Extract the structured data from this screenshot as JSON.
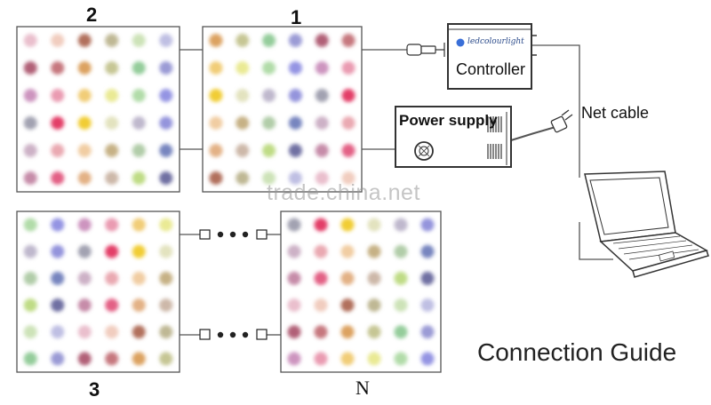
{
  "labels": {
    "panel_1": "1",
    "panel_2": "2",
    "panel_3": "3",
    "panel_n": "N",
    "controller_brand": "ledcolourlight",
    "controller": "Controller",
    "power_supply": "Power supply",
    "net_cable": "Net cable",
    "title": "Connection Guide",
    "watermark": "trade.china.net"
  },
  "dot_colors": [
    [
      "#e8b8c8",
      "#f0c8b8",
      "#a8604a",
      "#b8b088",
      "#c8e0b0",
      "#b8b8e0"
    ],
    [
      "#a85068",
      "#c06870",
      "#d89850",
      "#c0c088",
      "#88c890",
      "#9090d0"
    ],
    [
      "#c888b8",
      "#e890a8",
      "#f0c868",
      "#e8e888",
      "#a8d8a0",
      "#8888e0"
    ],
    [
      "#9898a8",
      "#e02858",
      "#f0c820",
      "#e0e0b8",
      "#b8b0c8",
      "#8888d8"
    ],
    [
      "#c8a8c0",
      "#e8a0a8",
      "#f0c898",
      "#c0a878",
      "#a8c8a0",
      "#6878b8"
    ],
    [
      "#c080a0",
      "#e05078",
      "#e0a878",
      "#c8b0a0",
      "#b8d878",
      "#606098"
    ]
  ],
  "colors": {
    "panel_border": "#555555",
    "line": "#555555",
    "background": "#ffffff"
  }
}
